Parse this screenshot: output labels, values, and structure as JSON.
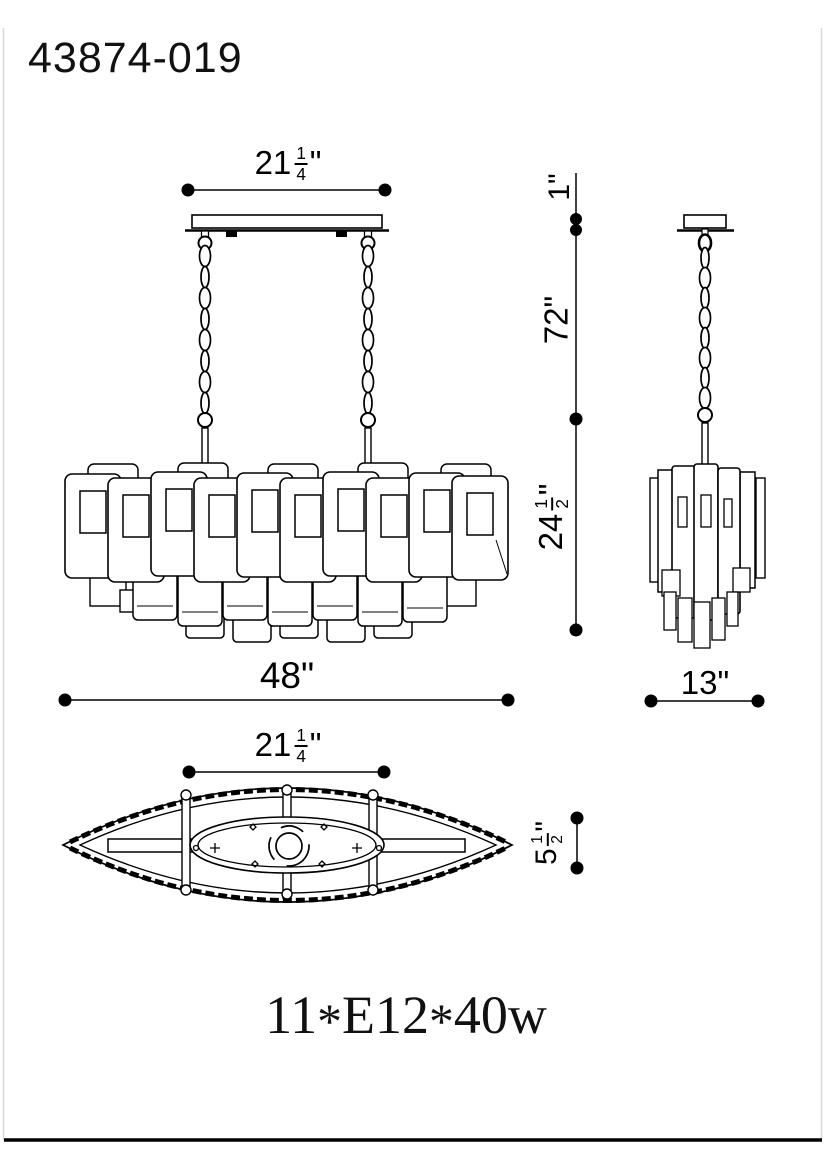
{
  "page": {
    "drawing_number": "43874-019",
    "colors": {
      "ink": "#000000",
      "frame_gray": "#d8d8d8",
      "paper": "#ffffff"
    }
  },
  "dimensions": {
    "canopy_width": {
      "whole": "21",
      "num": "1",
      "den": "4",
      "unit": "\""
    },
    "canopy_height": {
      "whole": "1",
      "unit": "\""
    },
    "chain_length": {
      "whole": "72",
      "unit": "\""
    },
    "body_height": {
      "whole": "24",
      "num": "1",
      "den": "2",
      "unit": "\""
    },
    "fixture_width": {
      "whole": "48",
      "unit": "\""
    },
    "fixture_depth": {
      "whole": "13",
      "unit": "\""
    },
    "plan_canopy_width": {
      "whole": "21",
      "num": "1",
      "den": "4",
      "unit": "\""
    },
    "plan_frame_height": {
      "whole": "5",
      "num": "1",
      "den": "2",
      "unit": "\""
    }
  },
  "lamping": {
    "fixture_count": "11",
    "sep1": "*",
    "socket_type": "E12",
    "sep2": "*",
    "wattage": "40",
    "watt_unit": "w"
  }
}
